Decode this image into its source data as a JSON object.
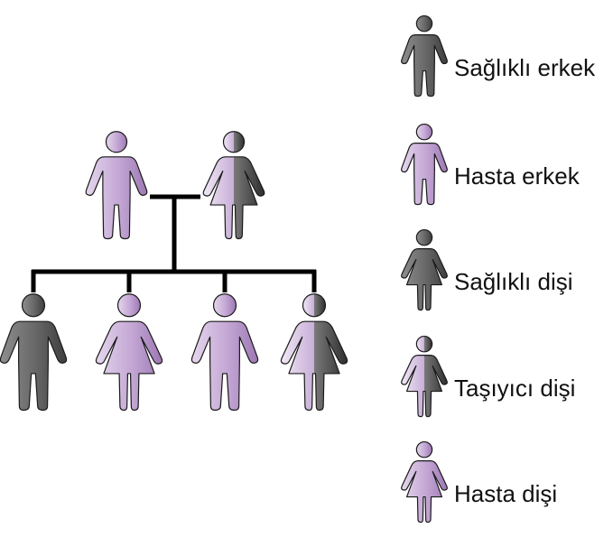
{
  "colors": {
    "healthy": "#6d6d6d",
    "affected": "#c8aed8",
    "line": "#000000",
    "outline": "#1a1a1a"
  },
  "legend": [
    {
      "figure": "male",
      "status": "healthy",
      "label": "Sağlıklı erkek"
    },
    {
      "figure": "male",
      "status": "affected",
      "label": "Hasta erkek"
    },
    {
      "figure": "female",
      "status": "healthy",
      "label": "Sağlıklı dişi"
    },
    {
      "figure": "female",
      "status": "carrier",
      "label": "Taşıyıcı dişi"
    },
    {
      "figure": "female",
      "status": "affected",
      "label": "Hasta dişi"
    }
  ],
  "pedigree": {
    "parents": [
      {
        "figure": "male",
        "status": "affected"
      },
      {
        "figure": "female",
        "status": "carrier"
      }
    ],
    "children": [
      {
        "figure": "male",
        "status": "healthy"
      },
      {
        "figure": "female",
        "status": "affected"
      },
      {
        "figure": "male",
        "status": "affected"
      },
      {
        "figure": "female",
        "status": "carrier"
      }
    ]
  }
}
